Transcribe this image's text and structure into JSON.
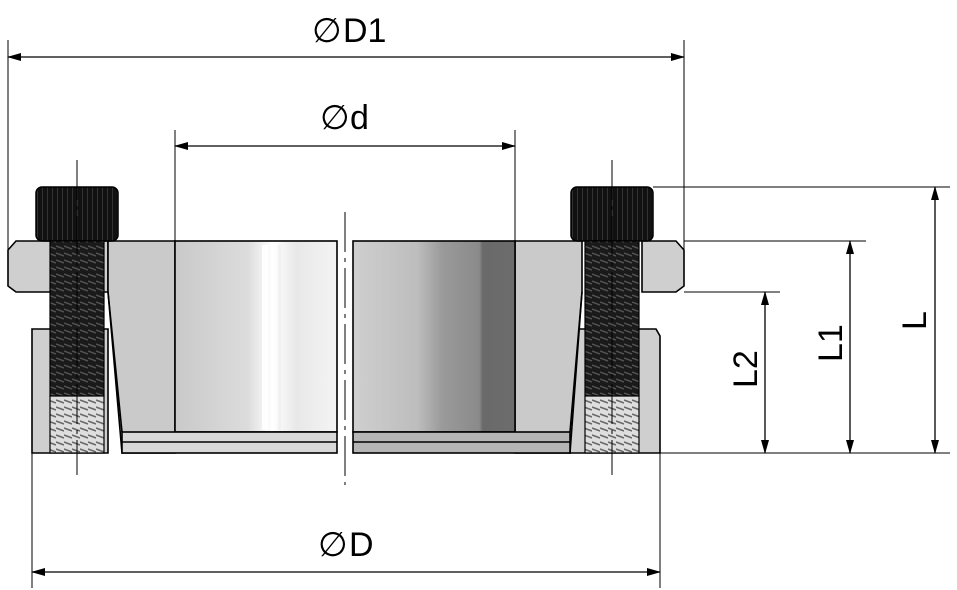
{
  "drawing": {
    "dimensions": {
      "D1": "D1",
      "d": "d",
      "D": "D",
      "L": "L",
      "L1": "L1",
      "L2": "L2"
    },
    "diameter_symbol": "∅"
  }
}
